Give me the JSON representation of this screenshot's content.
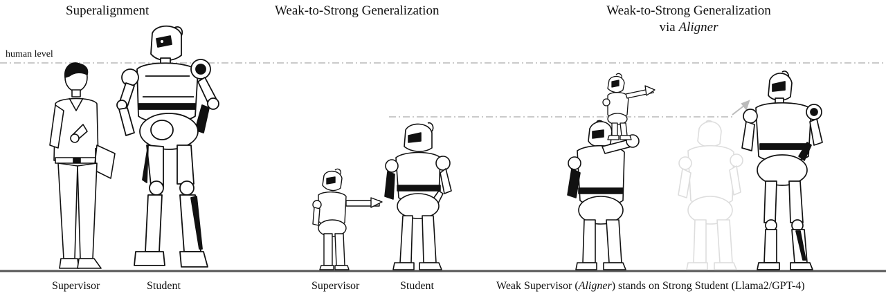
{
  "panels": {
    "superalignment": {
      "title": "Superalignment",
      "supervisor_label": "Supervisor",
      "student_label": "Student"
    },
    "weak_to_strong": {
      "title": "Weak-to-Strong Generalization",
      "supervisor_label": "Supervisor",
      "student_label": "Student"
    },
    "via_aligner": {
      "title_line1": "Weak-to-Strong Generalization",
      "title_line2_prefix": "via ",
      "title_line2_em": "Aligner",
      "caption_prefix": "Weak Supervisor (",
      "caption_em": "Aligner",
      "caption_suffix": ") stands on Strong Student (Llama2/GPT-4)"
    }
  },
  "human_level_label": "human level",
  "colors": {
    "ink": "#111111",
    "ground": "#555555",
    "dashed_line": "#aaaaaa",
    "ghost": "#dddddd",
    "arrow": "#bbbbbb"
  }
}
